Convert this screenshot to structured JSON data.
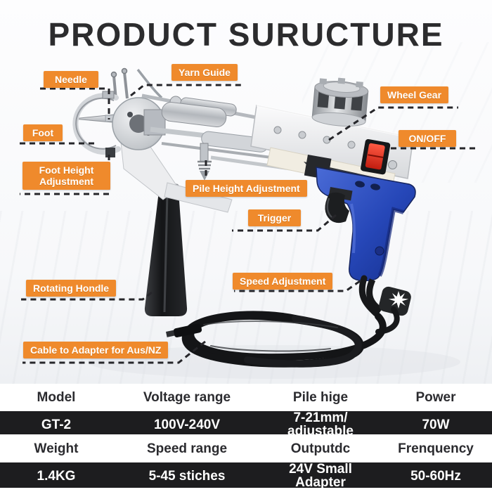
{
  "header": {
    "title": "PRODUCT SURUCTURE"
  },
  "colors": {
    "accent_orange": "#EF8A2C",
    "table_dark_row": "#1D1D1F",
    "handle_blue": "#2647B8",
    "switch_red": "#D21F12",
    "title_text": "#2C2C2E"
  },
  "labels": [
    {
      "id": "needle",
      "text": "Needle"
    },
    {
      "id": "yarn-guide",
      "text": "Yarn Guide"
    },
    {
      "id": "wheel-gear",
      "text": "Wheel Gear"
    },
    {
      "id": "foot",
      "text": "Foot"
    },
    {
      "id": "on-off",
      "text": "ON/OFF"
    },
    {
      "id": "foot-height-adjustment",
      "text": "Foot Height Adjustment"
    },
    {
      "id": "pile-height-adjustment",
      "text": "Pile Height Adjustment"
    },
    {
      "id": "trigger",
      "text": "Trigger"
    },
    {
      "id": "speed-adjustment",
      "text": "Speed Adjustment"
    },
    {
      "id": "rotating-handle",
      "text": "Rotating Hondle"
    },
    {
      "id": "cable-to-adapter",
      "text": "Cable to Adapter for Aus/NZ"
    }
  ],
  "spec_table": {
    "rows": [
      {
        "type": "header",
        "cells": [
          "Model",
          "Voltage range",
          "Pile hige",
          "Power"
        ]
      },
      {
        "type": "value",
        "cells": [
          "GT-2",
          "100V-240V",
          "7-21mm/\nadjustable",
          "70W"
        ]
      },
      {
        "type": "header",
        "cells": [
          "Weight",
          "Speed range",
          "Outputdc",
          "Frenquency"
        ]
      },
      {
        "type": "value",
        "cells": [
          "1.4KG",
          "5-45 stiches",
          "24V Small\nAdapter",
          "50-60Hz"
        ]
      }
    ]
  }
}
